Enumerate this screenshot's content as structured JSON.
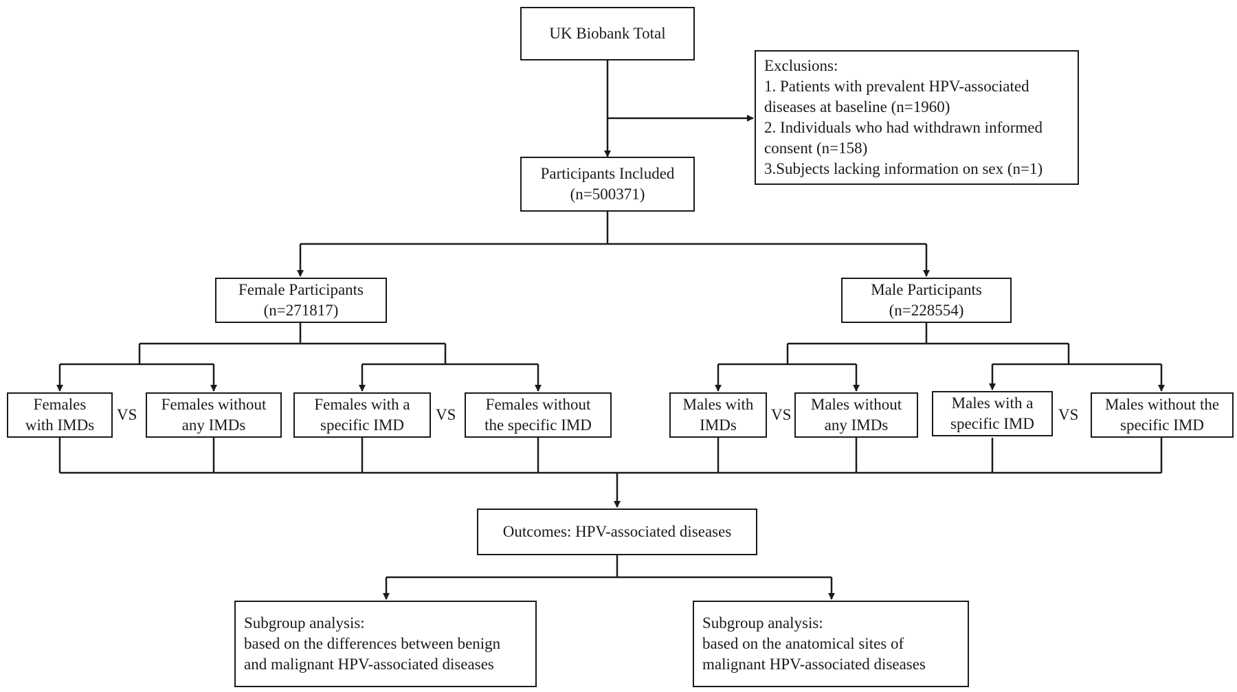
{
  "nodes": {
    "total": {
      "lines": [
        "UK Biobank Total"
      ]
    },
    "exclusions": {
      "lines": [
        "Exclusions:",
        "1. Patients with prevalent HPV-associated",
        "diseases at baseline (n=1960)",
        "2. Individuals who had withdrawn informed",
        "consent (n=158)",
        "3.Subjects lacking information on sex (n=1)"
      ]
    },
    "included": {
      "lines": [
        "Participants Included",
        "(n=500371)"
      ]
    },
    "female": {
      "lines": [
        "Female Participants",
        "(n=271817)"
      ]
    },
    "male": {
      "lines": [
        "Male Participants",
        "(n=228554)"
      ]
    },
    "f_imd": {
      "lines": [
        "Females",
        "with IMDs"
      ]
    },
    "f_no_imd": {
      "lines": [
        "Females without",
        "any IMDs"
      ]
    },
    "f_spec": {
      "lines": [
        "Females with a",
        "specific IMD"
      ]
    },
    "f_no_spec": {
      "lines": [
        "Females without",
        "the specific IMD"
      ]
    },
    "m_imd": {
      "lines": [
        "Males with",
        "IMDs"
      ]
    },
    "m_no_imd": {
      "lines": [
        "Males without",
        "any IMDs"
      ]
    },
    "m_spec": {
      "lines": [
        "Males with a",
        "specific IMD"
      ]
    },
    "m_no_spec": {
      "lines": [
        "Males without the",
        "specific IMD"
      ]
    },
    "outcomes": {
      "lines": [
        "Outcomes: HPV-associated diseases"
      ]
    },
    "sub1": {
      "lines": [
        "Subgroup analysis:",
        "based on the differences between benign",
        "and malignant HPV-associated diseases"
      ]
    },
    "sub2": {
      "lines": [
        "Subgroup analysis:",
        "based on the anatomical sites of",
        "malignant HPV-associated diseases"
      ]
    }
  },
  "vs_label": "VS"
}
